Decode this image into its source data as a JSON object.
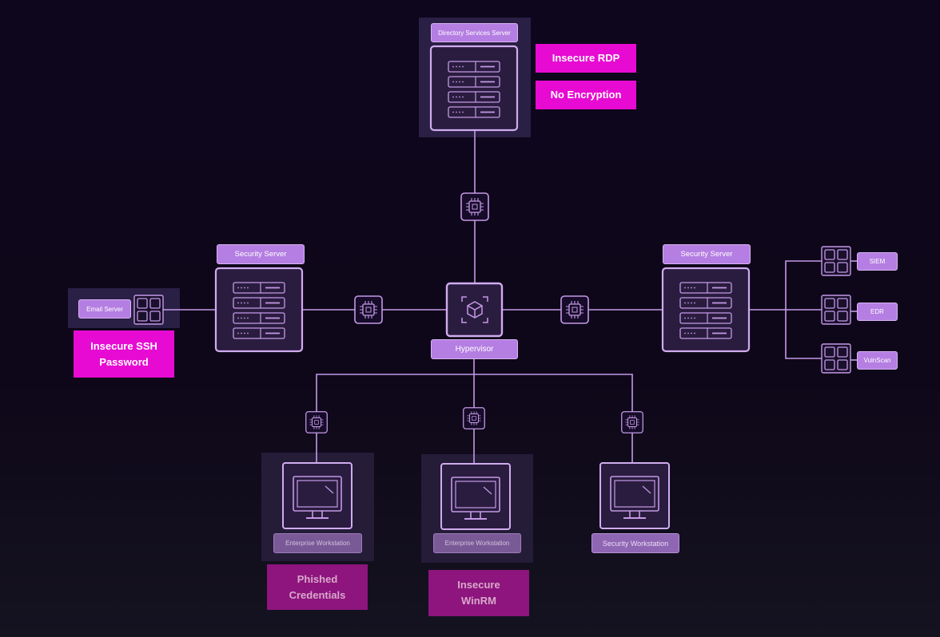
{
  "nodes": {
    "directory_server": {
      "label": "Directory Services Server"
    },
    "security_server_left": {
      "label": "Security Server"
    },
    "security_server_right": {
      "label": "Security Server"
    },
    "email_server": {
      "label": "Email Server"
    },
    "hypervisor": {
      "label": "Hypervisor"
    },
    "siem": {
      "label": "SIEM"
    },
    "edr": {
      "label": "EDR"
    },
    "vulnscan": {
      "label": "VulnScan"
    },
    "enterprise_ws_1": {
      "label": "Enterprise Workstation"
    },
    "enterprise_ws_2": {
      "label": "Enterprise Workstation"
    },
    "security_ws": {
      "label": "Security Workstation"
    }
  },
  "vulnerabilities": {
    "insecure_rdp": "Insecure RDP",
    "no_encryption": "No Encryption",
    "insecure_ssh": "Insecure SSH\nPassword",
    "phished_credentials": "Phished\nCredentials",
    "insecure_winrm": "Insecure\nWinRM"
  },
  "colors": {
    "line": "#c49ae6",
    "node_fill": "#2a1c3f",
    "label_fill": "#b57ee2",
    "highlight_panel": "#2a1f44",
    "vulnerability": "#e70ad2",
    "vulnerability_dim": "#8d157d",
    "background": "#0e061d"
  },
  "icons": {
    "server": "server-rack-icon",
    "chip": "cpu-chip-icon",
    "hypervisor": "cube-icon",
    "workstation": "monitor-icon",
    "service": "grid-icon"
  }
}
